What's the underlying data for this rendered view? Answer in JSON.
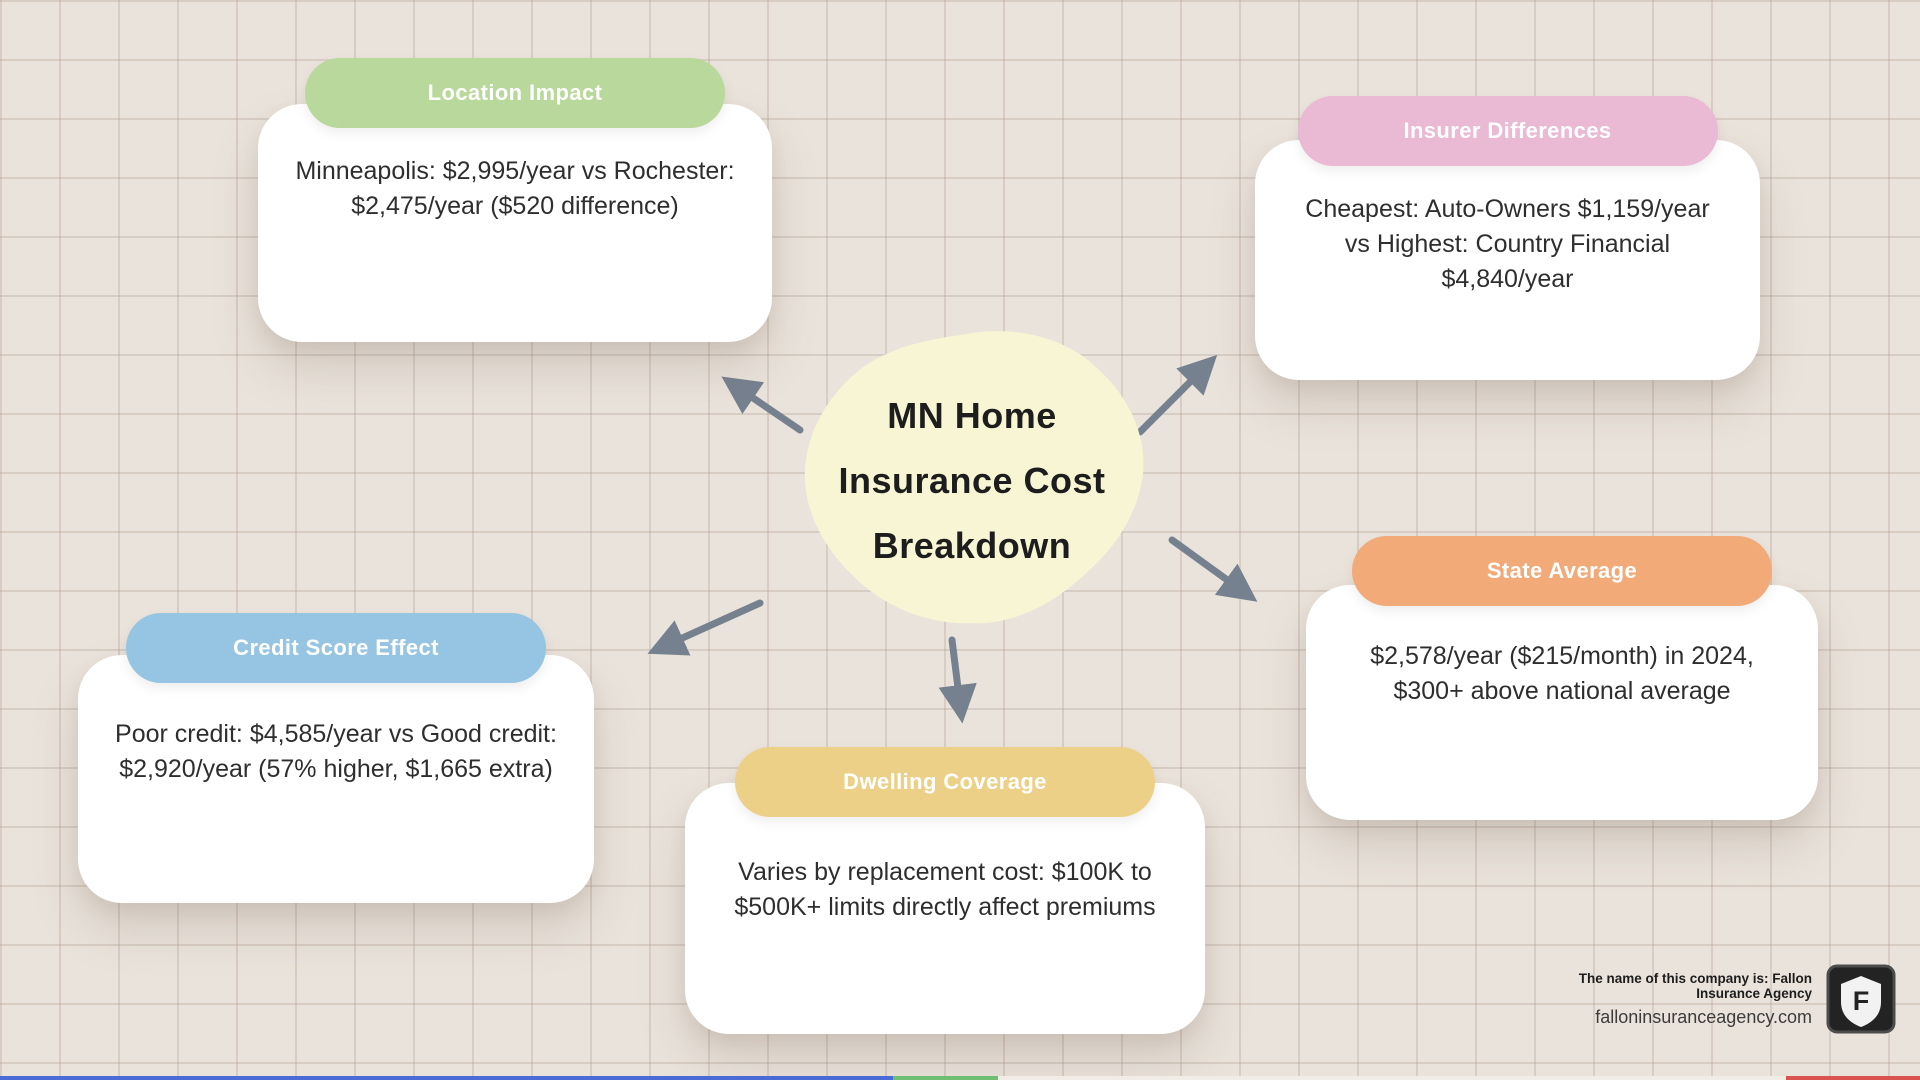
{
  "center": {
    "lines": [
      "MN Home",
      "Insurance Cost",
      "Breakdown"
    ],
    "blob_color": "#f7f5d3"
  },
  "nodes": {
    "location": {
      "label": "Location Impact",
      "body": "Minneapolis: $2,995/year vs Rochester: $2,475/year ($520 difference)",
      "color": "#b9d89b"
    },
    "insurer": {
      "label": "Insurer Differences",
      "body": "Cheapest: Auto-Owners $1,159/year vs Highest: Country Financial $4,840/year",
      "color": "#eab9d4"
    },
    "state": {
      "label": "State Average",
      "body": "$2,578/year ($215/month) in 2024, $300+ above national average",
      "color": "#f2aa79"
    },
    "credit": {
      "label": "Credit Score Effect",
      "body": "Poor credit: $4,585/year vs Good credit: $2,920/year (57% higher, $1,665 extra)",
      "color": "#95c5e2"
    },
    "dwelling": {
      "label": "Dwelling Coverage",
      "body": "Varies by replacement cost: $100K to $500K+ limits directly affect premiums",
      "color": "#edd088"
    }
  },
  "footer": {
    "company": "The name of this company is: Fallon Insurance Agency",
    "website": "falloninsuranceagency.com",
    "logo_letter": "F"
  },
  "strip": [
    "#4a6bd6",
    "#6fbf73",
    "#f1ece5",
    "#d9534f"
  ]
}
